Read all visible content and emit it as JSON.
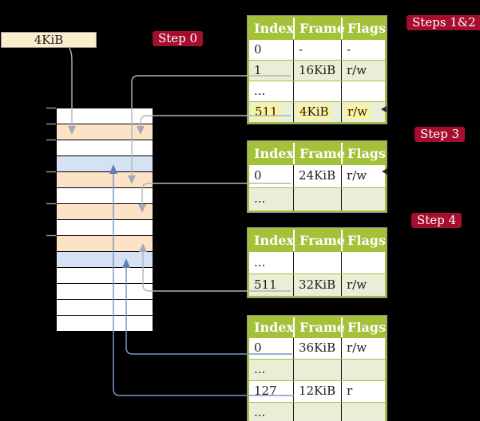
{
  "colors": {
    "background": "#000000",
    "step_badge": "#a50e2d",
    "table_header": "#a3c139",
    "table_row_alt": "#e9efd7",
    "highlight": "#fbf3a2",
    "frame_pagetable": "#fde3c6",
    "frame_datapage": "#d4e2f3",
    "pointer_box": "#fbeecd",
    "connector_gray": "#b2b4b8",
    "connector_gray_arrow": "#a4a9b3",
    "connector_blue": "#7b95c6",
    "connector_blue_arrow": "#5d7fb4"
  },
  "pointer_box": {
    "label": "4KiB"
  },
  "badges": [
    {
      "label": "Step 0"
    },
    {
      "label": "Steps 1&2"
    },
    {
      "label": "Step 3"
    },
    {
      "label": "Step 4"
    }
  ],
  "memory": {
    "rows": [
      {
        "kind": "plain"
      },
      {
        "kind": "pagetable"
      },
      {
        "kind": "plain"
      },
      {
        "kind": "datapage"
      },
      {
        "kind": "pagetable"
      },
      {
        "kind": "plain"
      },
      {
        "kind": "pagetable"
      },
      {
        "kind": "plain"
      },
      {
        "kind": "pagetable"
      },
      {
        "kind": "datapage"
      },
      {
        "kind": "plain"
      },
      {
        "kind": "plain"
      },
      {
        "kind": "plain"
      },
      {
        "kind": "plain"
      }
    ]
  },
  "page_tables": [
    {
      "headers": [
        "Index",
        "Frame",
        "Flags"
      ],
      "rows": [
        {
          "index": "0",
          "frame": "-",
          "flags": "-"
        },
        {
          "index": "1",
          "frame": "16KiB",
          "flags": "r/w"
        },
        {
          "index": "...",
          "frame": "",
          "flags": ""
        },
        {
          "index": "511",
          "frame": "4KiB",
          "flags": "r/w"
        }
      ]
    },
    {
      "headers": [
        "Index",
        "Frame",
        "Flags"
      ],
      "rows": [
        {
          "index": "0",
          "frame": "24KiB",
          "flags": "r/w"
        },
        {
          "index": "...",
          "frame": "",
          "flags": ""
        }
      ]
    },
    {
      "headers": [
        "Index",
        "Frame",
        "Flags"
      ],
      "rows": [
        {
          "index": "...",
          "frame": "",
          "flags": ""
        },
        {
          "index": "511",
          "frame": "32KiB",
          "flags": "r/w"
        }
      ]
    },
    {
      "headers": [
        "Index",
        "Frame",
        "Flags"
      ],
      "rows": [
        {
          "index": "0",
          "frame": "36KiB",
          "flags": "r/w"
        },
        {
          "index": "...",
          "frame": "",
          "flags": ""
        },
        {
          "index": "127",
          "frame": "12KiB",
          "flags": "r"
        },
        {
          "index": "...",
          "frame": "",
          "flags": ""
        }
      ]
    }
  ]
}
